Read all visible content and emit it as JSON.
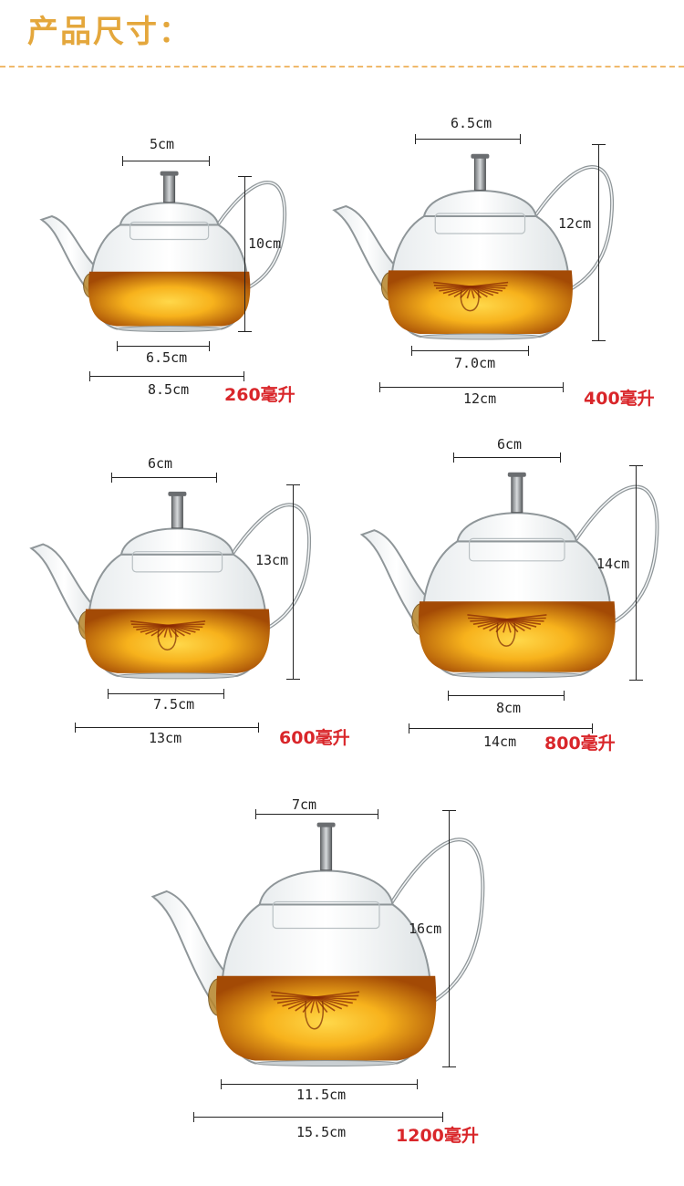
{
  "header": {
    "title": "产品尺寸："
  },
  "colors": {
    "title": "#e4a73c",
    "divider": "#f0b96c",
    "capacity": "#d9262a",
    "tea_light": "#f7b21c",
    "tea_dark": "#a34a05"
  },
  "teapots": [
    {
      "capacity": "260毫升",
      "lid_width": "5cm",
      "height": "10cm",
      "base_width": "6.5cm",
      "total_width": "8.5cm",
      "has_flower": false
    },
    {
      "capacity": "400毫升",
      "lid_width": "6.5cm",
      "height": "12cm",
      "base_width": "7.0cm",
      "total_width": "12cm",
      "has_flower": true
    },
    {
      "capacity": "600毫升",
      "lid_width": "6cm",
      "height": "13cm",
      "base_width": "7.5cm",
      "total_width": "13cm",
      "has_flower": true
    },
    {
      "capacity": "800毫升",
      "lid_width": "6cm",
      "height": "14cm",
      "base_width": "8cm",
      "total_width": "14cm",
      "has_flower": true
    },
    {
      "capacity": "1200毫升",
      "lid_width": "7cm",
      "height": "16cm",
      "base_width": "11.5cm",
      "total_width": "15.5cm",
      "has_flower": true
    }
  ]
}
